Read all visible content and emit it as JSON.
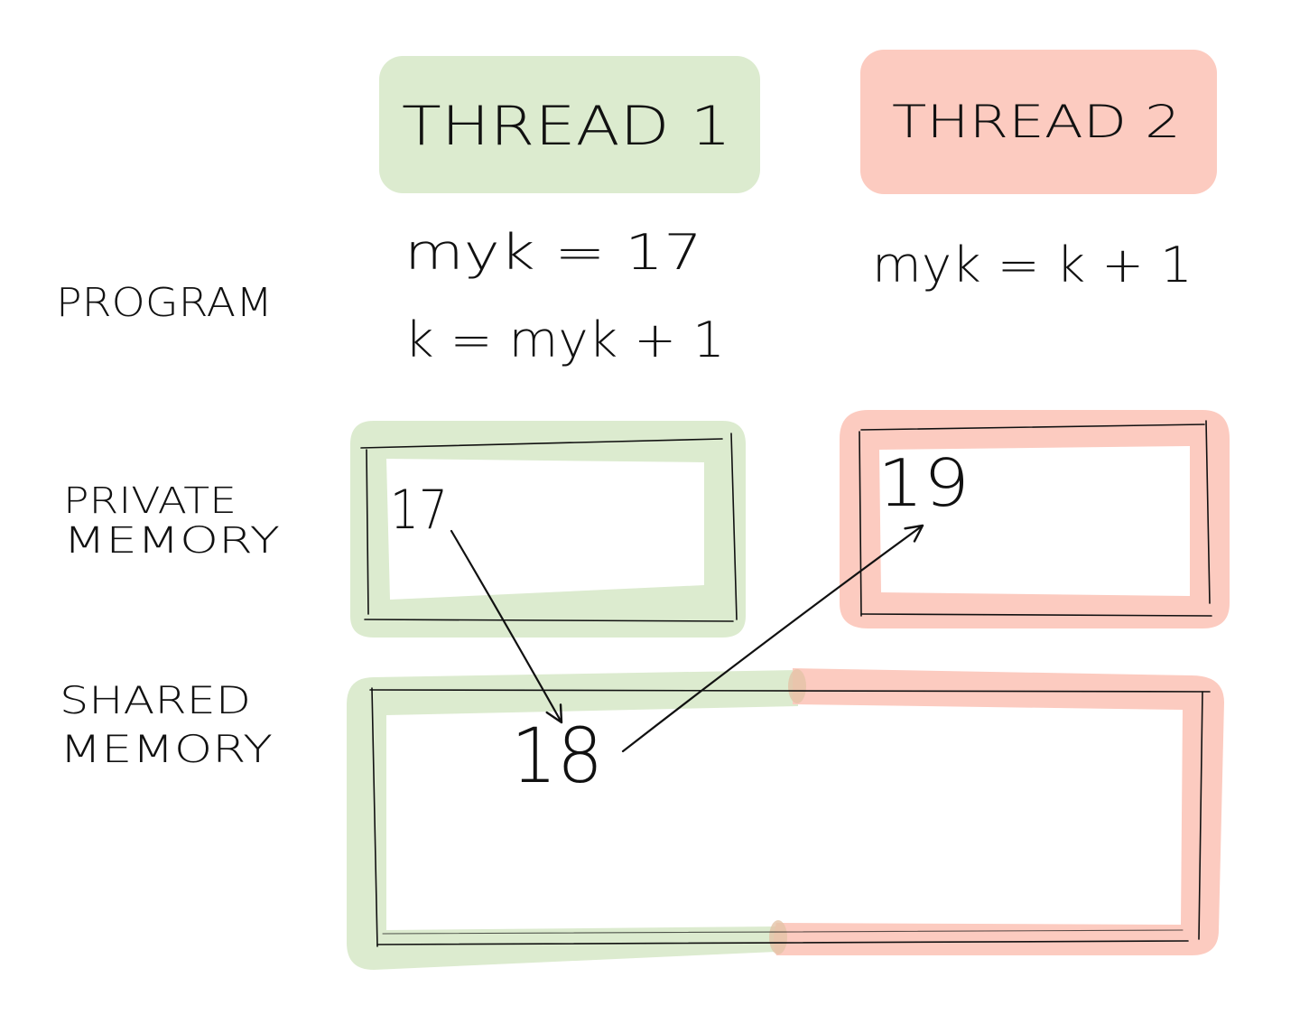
{
  "colors": {
    "thread1": "#dcebcf",
    "thread2": "#fccbc0",
    "ink": "#111111",
    "background": "#ffffff"
  },
  "threads": [
    {
      "title": "THREAD 1",
      "program": [
        "myk = 17",
        "k = myk + 1"
      ],
      "private_value": "17"
    },
    {
      "title": "THREAD 2",
      "program": [
        "myk = k + 1"
      ],
      "private_value": "19"
    }
  ],
  "row_labels": {
    "program": "PROGRAM",
    "private_line1": "PRIVATE",
    "private_line2": "MEMORY",
    "shared_line1": "SHARED",
    "shared_line2": "MEMORY"
  },
  "shared_value": "18"
}
